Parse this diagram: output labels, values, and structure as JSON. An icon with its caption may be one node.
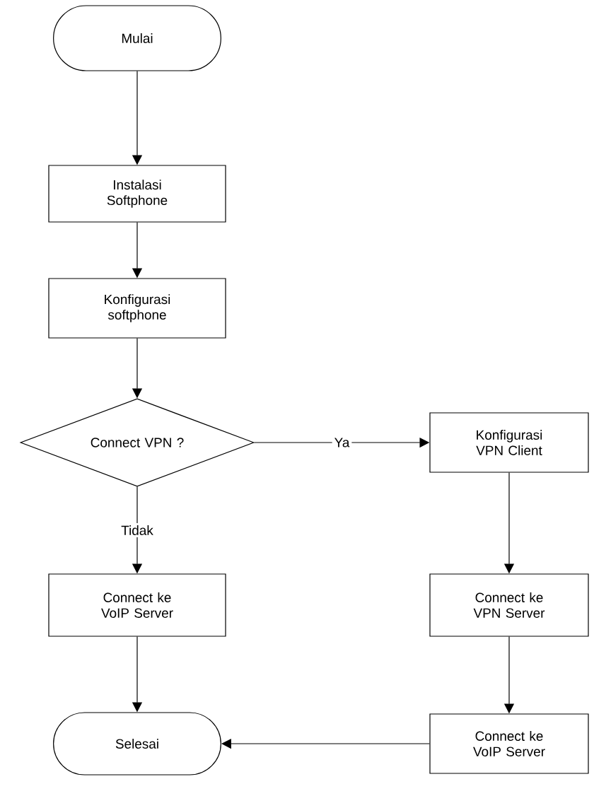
{
  "diagram": {
    "nodes": [
      {
        "text": [
          "Mulai"
        ]
      },
      {
        "text": [
          "Instalasi Softphone"
        ]
      },
      {
        "text": [
          "Konfigurasi softphone"
        ]
      },
      {
        "text": [
          "Connect VPN ?"
        ]
      },
      {
        "text": [
          "Konfigurasi VPN Client"
        ]
      },
      {
        "text": [
          "Connect ke VoIP Server"
        ]
      },
      {
        "text": [
          "Connect ke VPN Server"
        ]
      },
      {
        "text": [
          "Selesai"
        ]
      },
      {
        "text": [
          "Connect ke VoIP Server"
        ]
      }
    ],
    "edges": [
      {
        "from": 0,
        "to": 1,
        "arrow": "to"
      },
      {
        "from": 1,
        "to": 2,
        "arrow": "to"
      },
      {
        "from": 2,
        "to": 3,
        "arrow": "to"
      },
      {
        "from": 3,
        "to": 4,
        "arrow": "to",
        "label": "Ya"
      },
      {
        "from": 3,
        "to": 5,
        "arrow": "to",
        "label": "Tidak"
      },
      {
        "from": 4,
        "to": 6,
        "arrow": "to"
      },
      {
        "from": 5,
        "to": 7,
        "arrow": "to"
      },
      {
        "from": 6,
        "to": 8,
        "arrow": "to"
      },
      {
        "from": 8,
        "to": 7,
        "arrow": "to"
      }
    ]
  }
}
